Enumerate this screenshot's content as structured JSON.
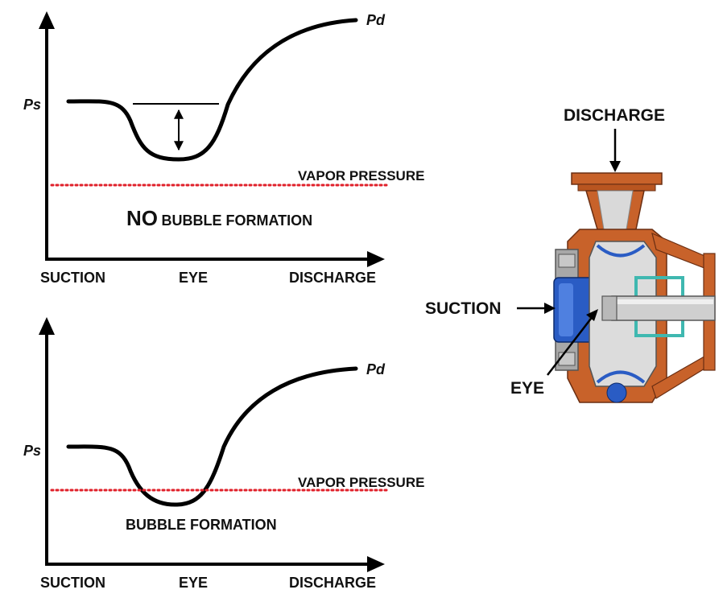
{
  "top_chart": {
    "ps_label": "Ps",
    "pd_label": "Pd",
    "vapor_label": "VAPOR PRESSURE",
    "status_strong": "NO",
    "status_rest": "BUBBLE FORMATION",
    "x_labels": [
      "SUCTION",
      "EYE",
      "DISCHARGE"
    ]
  },
  "bottom_chart": {
    "ps_label": "Ps",
    "pd_label": "Pd",
    "vapor_label": "VAPOR PRESSURE",
    "status": "BUBBLE FORMATION",
    "x_labels": [
      "SUCTION",
      "EYE",
      "DISCHARGE"
    ]
  },
  "pump": {
    "discharge_label": "DISCHARGE",
    "suction_label": "SUCTION",
    "eye_label": "EYE"
  },
  "colors": {
    "curve": "#000000",
    "vapor_line": "#e0202a",
    "casing": "#c8622a",
    "impeller": "#2a5cc4",
    "shaft": "#cfcfcf",
    "bearing": "#3fb8b0"
  }
}
